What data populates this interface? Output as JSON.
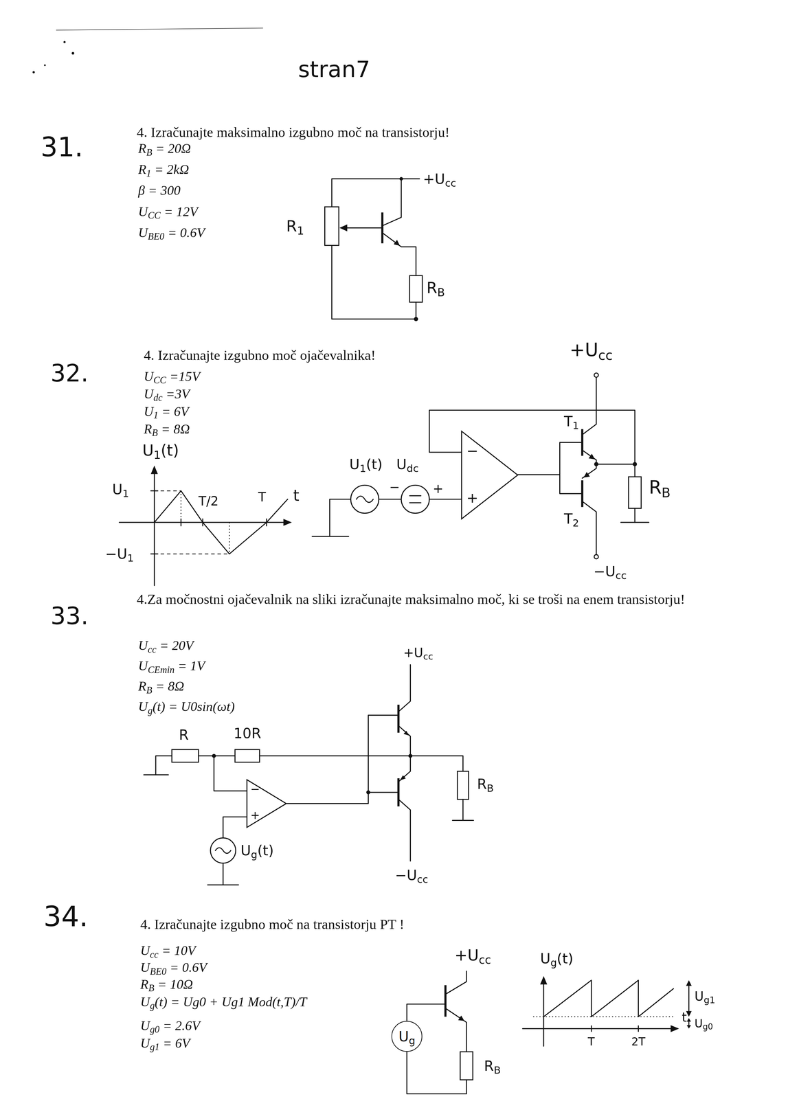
{
  "diagram": {
    "nodes": [
      {
        "text": [
          "−",
          "+"
        ]
      },
      {
        "text": [
          "−",
          "+"
        ]
      },
      {
        "text": [
          "Ug"
        ]
      }
    ],
    "labels": [
      "stran7",
      "31.",
      "4. Izračunajte maksimalno izgubno moč na transistorju!",
      "RB = 20Ω",
      "R1 = 2kΩ",
      "β = 300",
      "UCC = 12V",
      "UBE0 = 0.6V",
      "+Ucc",
      "R1",
      "RB",
      "32.",
      "4. Izračunajte izgubno moč ojačevalnika!",
      "UCC =15V",
      "Udc =3V",
      "U1 = 6V",
      "RB = 8Ω",
      "U1(t)",
      "U1",
      "T/2",
      "T",
      "t",
      "−U1",
      "+Ucc",
      "U1(t)",
      "Udc",
      "−",
      "+",
      "T1",
      "T2",
      "RB",
      "−Ucc",
      "33.",
      "4.Za močnostni ojačevalnik na sliki izračunajte maksimalno moč, ki se troši na enem transistorju!",
      "Ucc = 20V",
      "UCEmin = 1V",
      "RB = 8Ω",
      "Ug(t) = U0sin(ωt)",
      "+Ucc",
      "R",
      "10R",
      "Ug(t)",
      "RB",
      "−Ucc",
      "34.",
      "4. Izračunajte izgubno moč na transistorju PT !",
      "Ucc = 10V",
      "UBE0 = 0.6V",
      "RB = 10Ω",
      "Ug(t) = Ug0 + Ug1 Mod(t,T)/T",
      "Ug0 = 2.6V",
      "Ug1 = 6V",
      "+Ucc",
      "RB",
      "Ug(t)",
      "Ug1",
      "Ug0",
      "T",
      "2T",
      "t"
    ]
  }
}
